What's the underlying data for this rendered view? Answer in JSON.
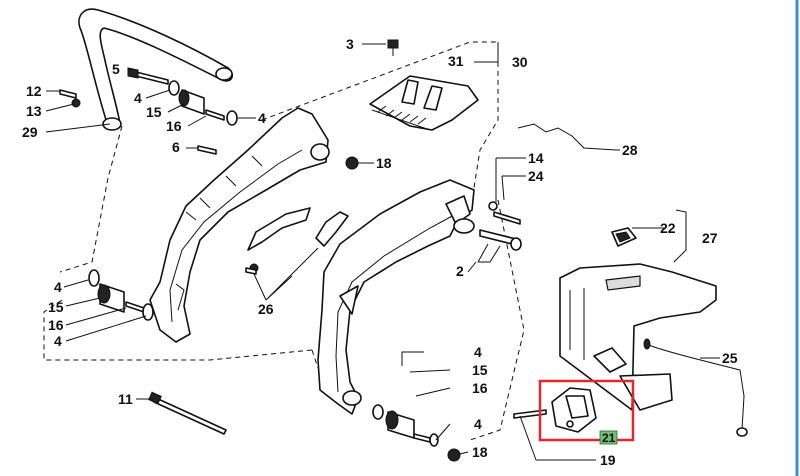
{
  "callouts": {
    "c2": "2",
    "c3": "3",
    "c4a": "4",
    "c4b": "4",
    "c4c": "4",
    "c4d": "4",
    "c4e": "4",
    "c4f": "4",
    "c5": "5",
    "c6": "6",
    "c11": "11",
    "c12": "12",
    "c13": "13",
    "c14": "14",
    "c15a": "15",
    "c15b": "15",
    "c15c": "15",
    "c16a": "16",
    "c16b": "16",
    "c16c": "16",
    "c18a": "18",
    "c18b": "18",
    "c19": "19",
    "c21": "21",
    "c22": "22",
    "c24": "24",
    "c25": "25",
    "c26": "26",
    "c27": "27",
    "c28": "28",
    "c29": "29",
    "c30": "30",
    "c31": "31"
  },
  "highlight": {
    "color": "#e0282e",
    "tag_color": "#6fbf73"
  },
  "border_color": "#3a8fd6"
}
